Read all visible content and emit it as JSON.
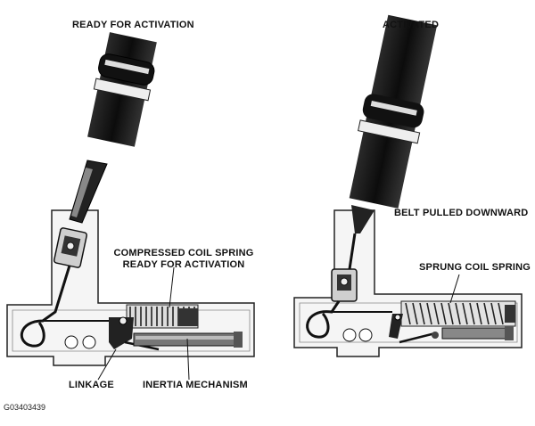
{
  "left_panel": {
    "title": "READY FOR ACTIVATION",
    "callout_spring_line1": "COMPRESSED COIL SPRING",
    "callout_spring_line2": "READY FOR ACTIVATION",
    "callout_linkage": "LINKAGE",
    "callout_inertia": "INERTIA MECHANISM"
  },
  "right_panel": {
    "title": "ACTIVATED",
    "callout_belt": "BELT PULLED DOWNWARD",
    "callout_spring": "SPRUNG COIL SPRING"
  },
  "figure_id": "G03403439",
  "colors": {
    "ink": "#111111",
    "housing": "#f4f4f4",
    "belt": "#1a1a1a"
  }
}
